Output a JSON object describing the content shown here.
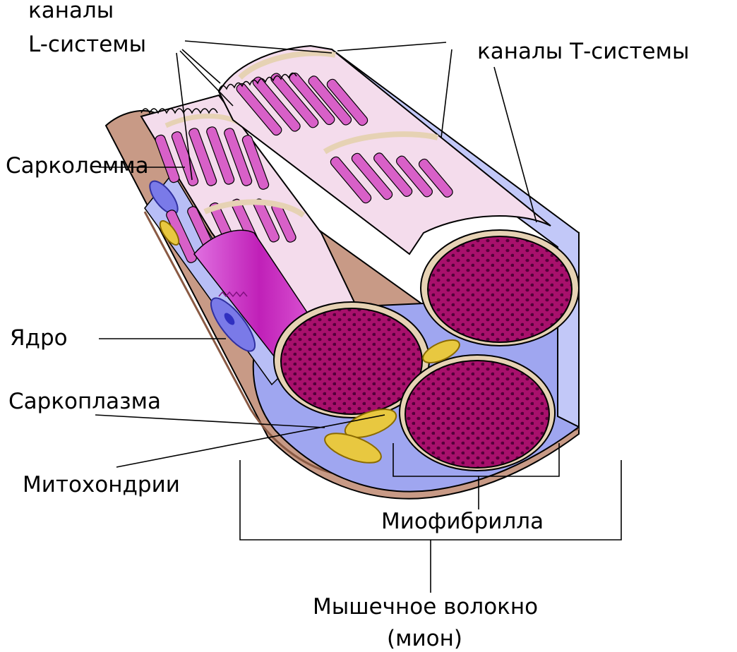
{
  "labels": {
    "l_system_line1": "каналы",
    "l_system_line2": "L-системы",
    "t_system": "каналы Т-системы",
    "sarcolemma": "Сарколемма",
    "nucleus": "Ядро",
    "sarcoplasm": "Саркоплазма",
    "mitochondria": "Митохондрии",
    "myofibril": "Миофибрилла",
    "muscle_fiber_line1": "Мышечное волокно",
    "muscle_fiber_line2": "(мион)"
  },
  "colors": {
    "sarcolemma": "#c89a86",
    "sarcolemma_dark": "#8a5a44",
    "sarcoplasm": "#9fa6f0",
    "sarcoplasm_light": "#c2c8f8",
    "myofibril": "#a8106c",
    "myofibril_dot": "#55003a",
    "reticulum": "#d860c8",
    "reticulum_light": "#f4dcec",
    "t_tubule": "#e6d2b4",
    "mitochondria": "#e8c840",
    "nucleus": "#5a5ae0",
    "outline": "#000000"
  }
}
